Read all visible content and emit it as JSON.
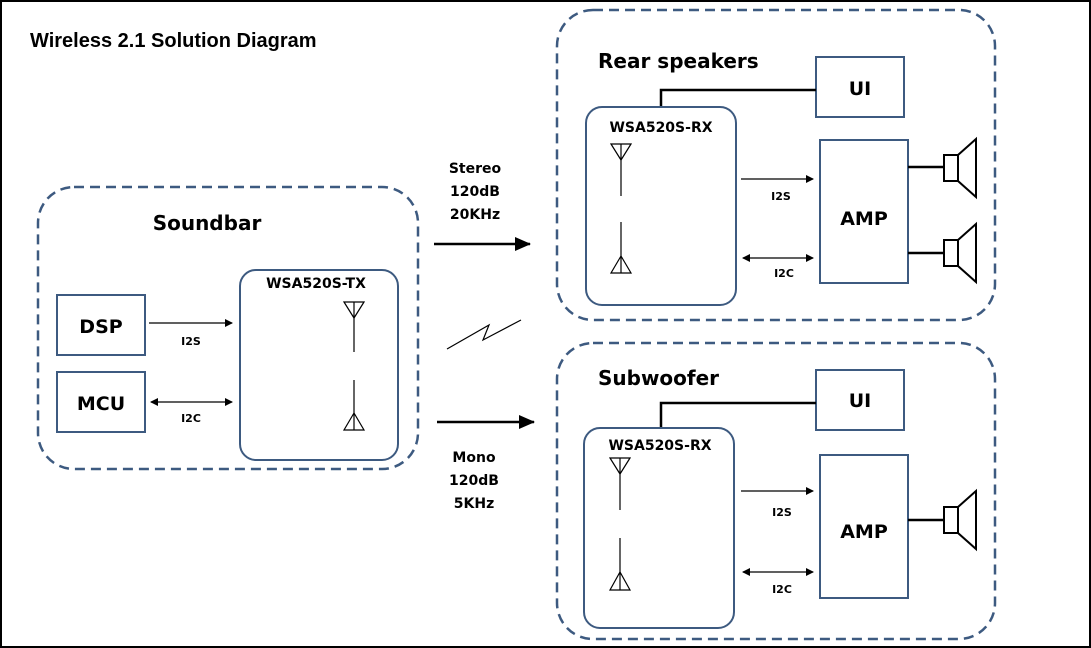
{
  "title": "Wireless 2.1 Solution Diagram",
  "soundbar": {
    "label": "Soundbar",
    "dsp": "DSP",
    "mcu": "MCU",
    "tx_chip": "WSA520S-TX",
    "i2s": "I2S",
    "i2c": "I2C"
  },
  "rear": {
    "label": "Rear speakers",
    "ui": "UI",
    "rx_chip": "WSA520S-RX",
    "amp": "AMP",
    "i2s": "I2S",
    "i2c": "I2C"
  },
  "sub": {
    "label": "Subwoofer",
    "ui": "UI",
    "rx_chip": "WSA520S-RX",
    "amp": "AMP",
    "i2s": "I2S",
    "i2c": "I2C"
  },
  "link_stereo": [
    "Stereo",
    "120dB",
    "20KHz"
  ],
  "link_mono": [
    "Mono",
    "120dB",
    "5KHz"
  ]
}
